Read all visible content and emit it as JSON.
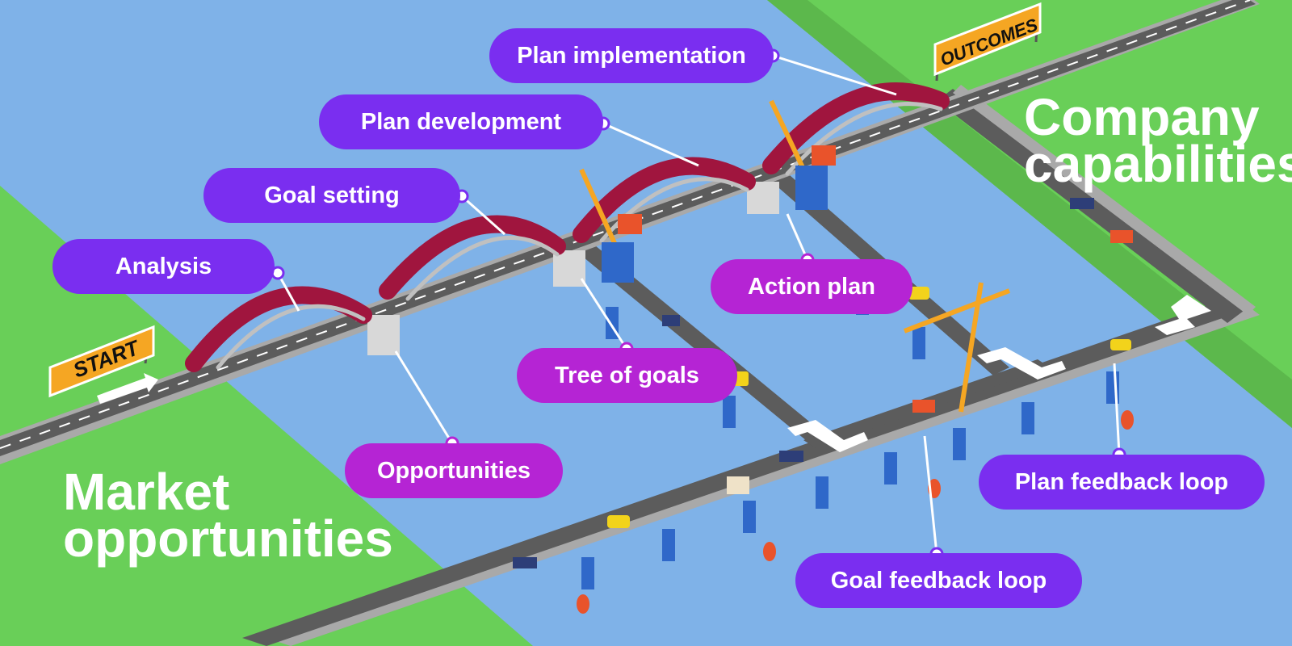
{
  "signs": {
    "start": "START",
    "outcomes": "OUTCOMES"
  },
  "regions": {
    "market": [
      "Market",
      "opportunities"
    ],
    "company": [
      "Company",
      "capabilities"
    ]
  },
  "stages": [
    {
      "key": "analysis",
      "label": "Analysis",
      "color": "#7a2ef0"
    },
    {
      "key": "goal_setting",
      "label": "Goal setting",
      "color": "#7a2ef0"
    },
    {
      "key": "plan_development",
      "label": "Plan development",
      "color": "#7a2ef0"
    },
    {
      "key": "plan_implementation",
      "label": "Plan implementation",
      "color": "#7a2ef0"
    },
    {
      "key": "opportunities",
      "label": "Opportunities",
      "color": "#b524d4"
    },
    {
      "key": "tree_of_goals",
      "label": "Tree of goals",
      "color": "#b524d4"
    },
    {
      "key": "action_plan",
      "label": "Action plan",
      "color": "#b524d4"
    },
    {
      "key": "goal_feedback_loop",
      "label": "Goal feedback loop",
      "color": "#7a2ef0"
    },
    {
      "key": "plan_feedback_loop",
      "label": "Plan feedback loop",
      "color": "#7a2ef0"
    }
  ],
  "colors": {
    "water": "#7fb2e8",
    "land": "#69cf58",
    "road": "#5c5c5c",
    "arch": "#a0153e",
    "crane": "#f5a623",
    "pier": "#2f68c9"
  }
}
